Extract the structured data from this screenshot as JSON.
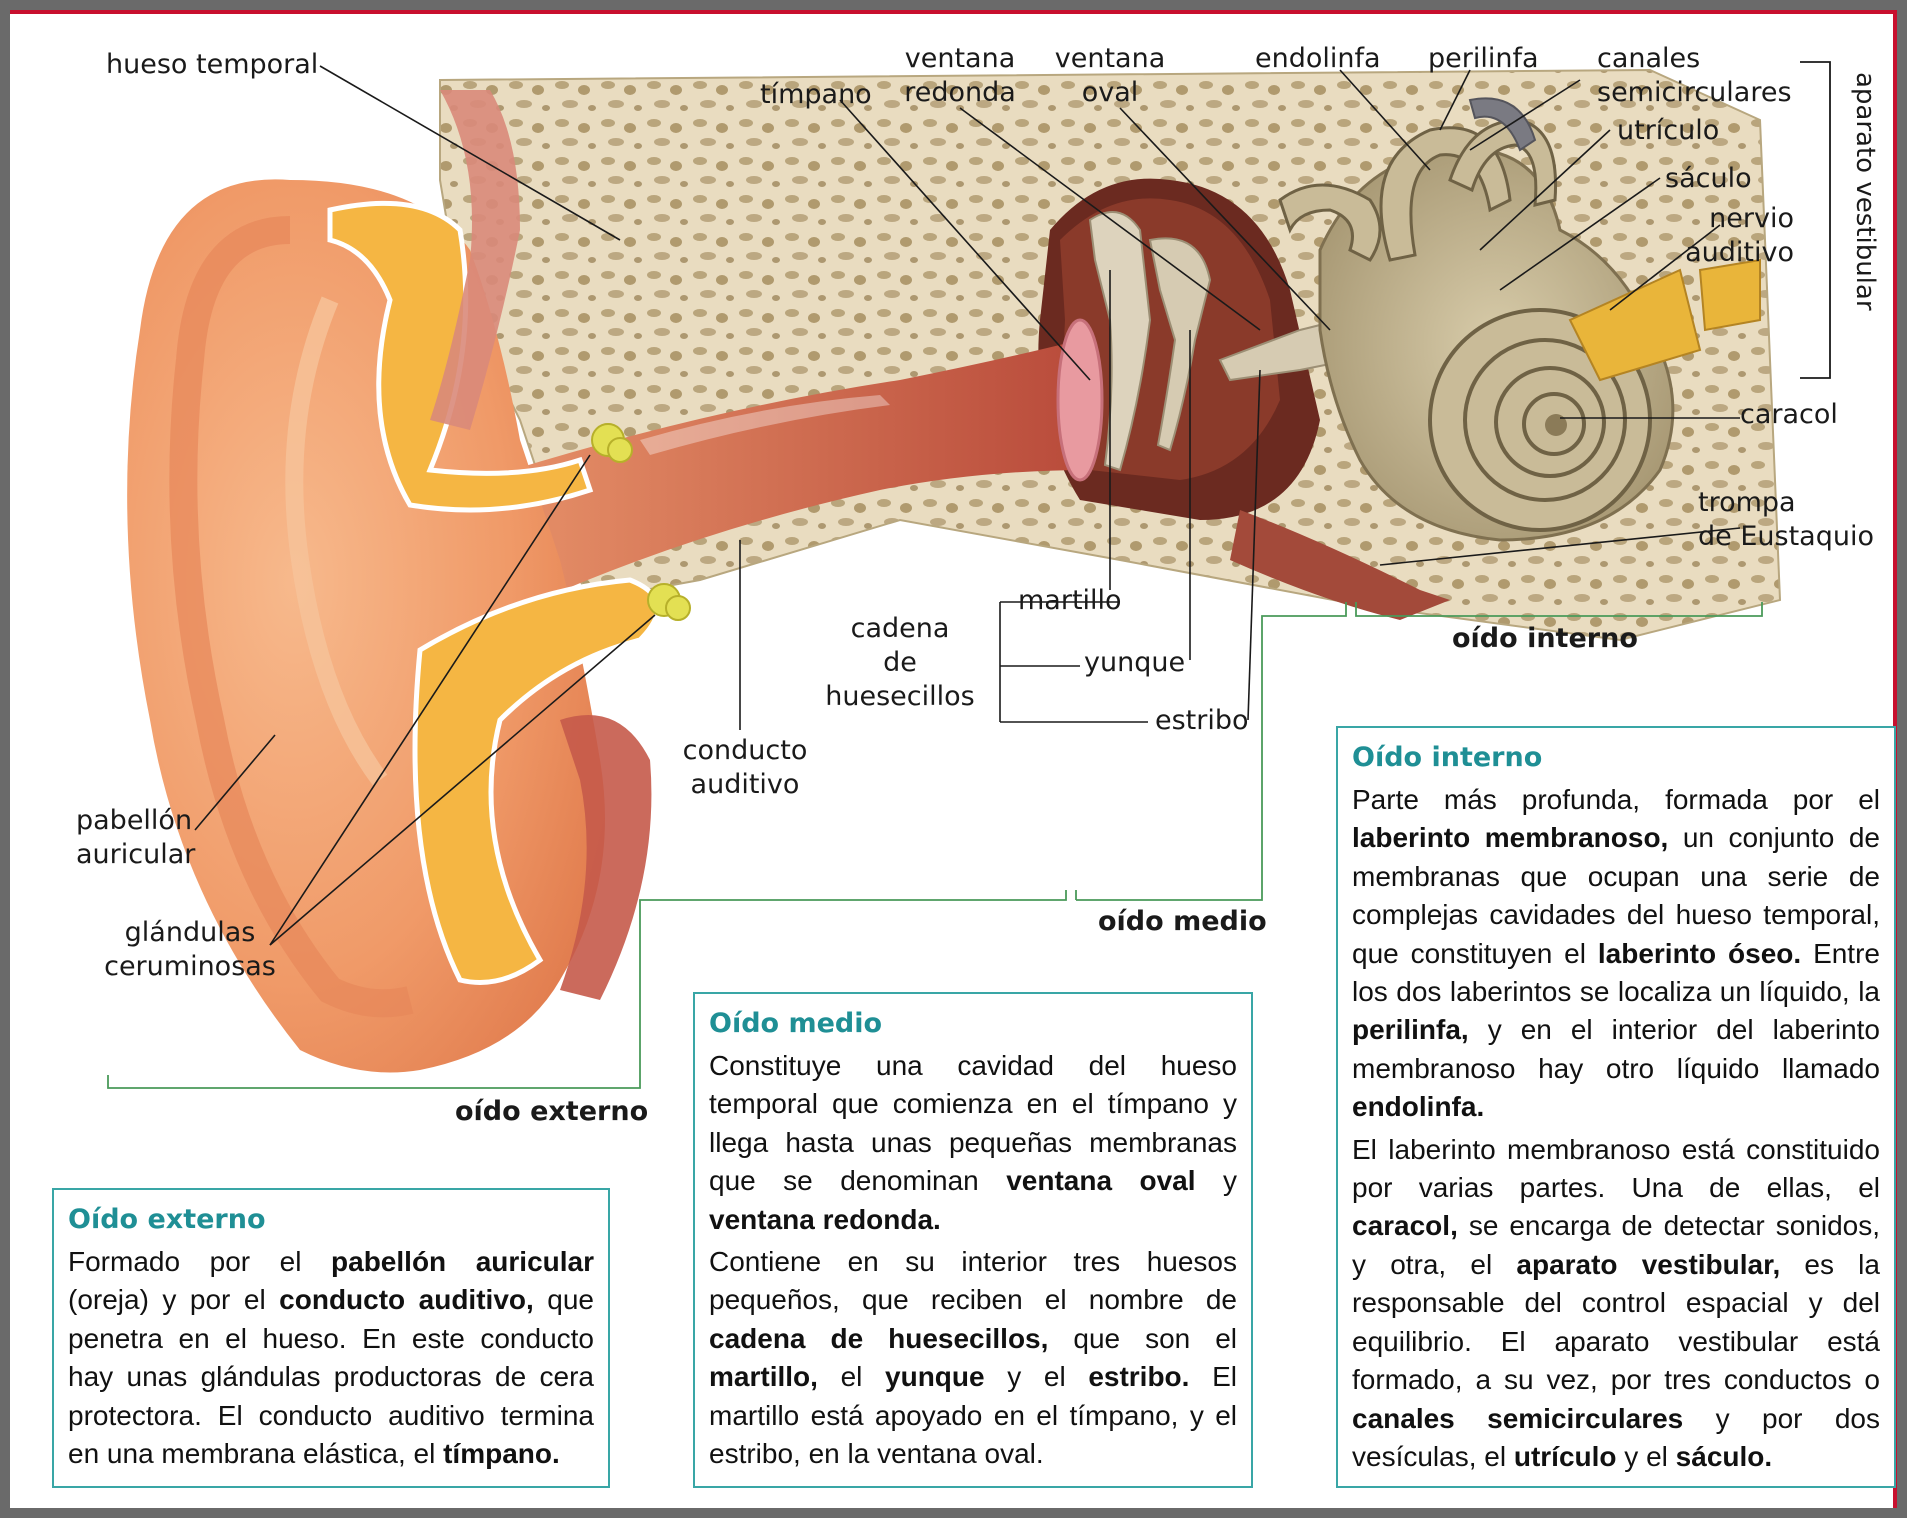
{
  "labels": {
    "hueso_temporal": "hueso temporal",
    "timpano": "tímpano",
    "ventana_redonda": "ventana\nredonda",
    "ventana_oval": "ventana\noval",
    "endolinfa": "endolinfa",
    "perilinfa": "perilinfa",
    "canales_semicirculares": "canales\nsemicirculares",
    "utriculo": "utrículo",
    "saculo": "sáculo",
    "nervio_auditivo": "nervio\nauditivo",
    "aparato_vestibular": "aparato vestibular",
    "caracol": "caracol",
    "trompa_eustaquio": "trompa\nde Eustaquio",
    "oido_interno": "oído interno",
    "martillo": "martillo",
    "yunque": "yunque",
    "estribo": "estribo",
    "cadena_huesecillos": "cadena\nde\nhuesecillos",
    "conducto_auditivo": "conducto\nauditivo",
    "oido_medio": "oído medio",
    "pabellon_auricular": "pabellón\nauricular",
    "glandulas_ceruminosas": "glándulas\nceruminosas",
    "oido_externo": "oído externo"
  },
  "boxes": {
    "externo": {
      "title": "Oído externo",
      "p1": [
        {
          "t": "Formado por el "
        },
        {
          "t": "pabellón auricular",
          "b": true
        },
        {
          "t": " (oreja) y por el "
        },
        {
          "t": "conducto auditivo,",
          "b": true
        },
        {
          "t": " que penetra en el hueso. En este conducto hay unas glándulas productoras de cera protectora. El conducto auditivo termina en una membrana elástica, el "
        },
        {
          "t": "tímpano.",
          "b": true
        }
      ]
    },
    "medio": {
      "title": "Oído medio",
      "p1": [
        {
          "t": "Constituye una cavidad del hueso temporal que comienza en el tímpano y llega hasta unas pequeñas membranas que se denominan "
        },
        {
          "t": "ventana oval",
          "b": true
        },
        {
          "t": " y "
        },
        {
          "t": "ventana redonda.",
          "b": true
        }
      ],
      "p2": [
        {
          "t": "Contiene en su interior tres huesos pequeños, que reciben el nombre de "
        },
        {
          "t": "cadena de huesecillos,",
          "b": true
        },
        {
          "t": " que son el "
        },
        {
          "t": "martillo,",
          "b": true
        },
        {
          "t": " el "
        },
        {
          "t": "yunque",
          "b": true
        },
        {
          "t": " y el "
        },
        {
          "t": "estribo.",
          "b": true
        },
        {
          "t": " El martillo está apoyado en el tímpano, y el estribo, en la ventana oval."
        }
      ]
    },
    "interno": {
      "title": "Oído interno",
      "p1": [
        {
          "t": "Parte más profunda, formada por el "
        },
        {
          "t": "laberinto membranoso,",
          "b": true
        },
        {
          "t": " un conjunto de membranas que ocupan una serie de complejas cavidades del hueso temporal, que constituyen el "
        },
        {
          "t": "laberinto óseo.",
          "b": true
        },
        {
          "t": " Entre los dos laberintos se localiza un líquido, la "
        },
        {
          "t": "perilinfa,",
          "b": true
        },
        {
          "t": " y en el interior del laberinto membranoso hay otro líquido llamado "
        },
        {
          "t": "endolinfa.",
          "b": true
        }
      ],
      "p2": [
        {
          "t": "El laberinto membranoso está constituido por varias partes. Una de ellas, el "
        },
        {
          "t": "caracol,",
          "b": true
        },
        {
          "t": " se encarga de detectar sonidos, y otra, el "
        },
        {
          "t": "aparato vestibular,",
          "b": true
        },
        {
          "t": " es la responsable del control espacial y del equilibrio. El aparato vestibular está formado, a su vez, por tres conductos o "
        },
        {
          "t": "canales semicirculares",
          "b": true
        },
        {
          "t": " y por dos vesículas, el "
        },
        {
          "t": "utrículo",
          "b": true
        },
        {
          "t": " y el "
        },
        {
          "t": "sáculo.",
          "b": true
        }
      ]
    }
  },
  "colors": {
    "frame_border": "#c8102e",
    "box_border": "#39a6a6",
    "box_title": "#1f8f95",
    "bracket": "#4a9a5a"
  }
}
